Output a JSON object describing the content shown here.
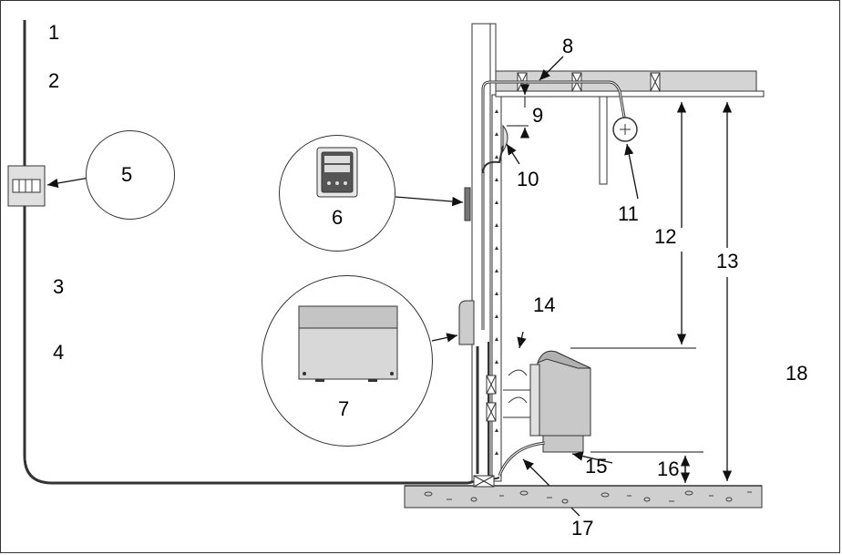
{
  "labels": {
    "l1": "1",
    "l2": "2",
    "l3": "3",
    "l4": "4",
    "l5": "5",
    "l6": "6",
    "l7": "7",
    "l8": "8",
    "l9": "9",
    "l10": "10",
    "l11": "11",
    "l12": "12",
    "l13": "13",
    "l14": "14",
    "l15": "15",
    "l16": "16",
    "l17": "17",
    "l18": "18"
  },
  "colors": {
    "line": "#333333",
    "heater_top": "#b0b0b0",
    "heater_body": "#c8c8c8",
    "ceiling": "#d4d4d4",
    "floor": "#cfcfcf"
  }
}
